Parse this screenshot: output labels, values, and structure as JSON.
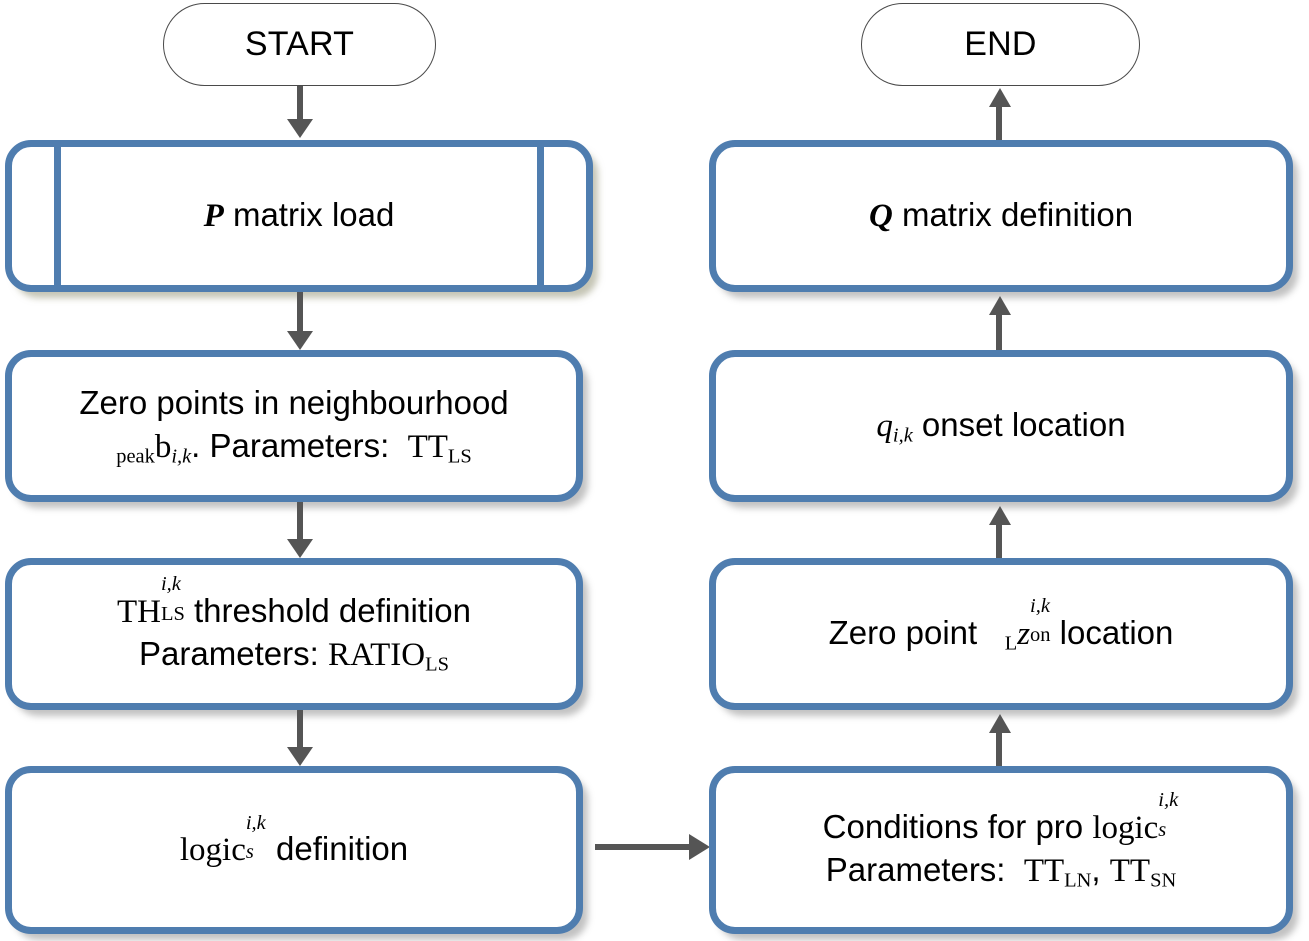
{
  "diagram": {
    "title": "Algorithm flowchart",
    "colors": {
      "process_border": "#4F7DAF",
      "terminator_border": "#4a4a4a",
      "arrow": "#555555",
      "background": "#ffffff",
      "shadow_gray": "#969696",
      "shadow_khaki": "#96966e"
    },
    "nodes": {
      "start": {
        "label": "START",
        "shape": "terminator"
      },
      "end": {
        "label": "END",
        "shape": "terminator"
      },
      "p_matrix_load": {
        "shape": "predefined-process",
        "text": "P matrix load"
      },
      "zero_points": {
        "shape": "process",
        "text": "Zero points in neighbourhood peakb_i,k. Parameters: TT_LS"
      },
      "threshold": {
        "shape": "process",
        "text": "TH_LS^i,k threshold definition Parameters: RATIO_LS"
      },
      "logic_definition": {
        "shape": "process",
        "text": "logic_s^i,k definition"
      },
      "conditions": {
        "shape": "process",
        "text": "Conditions for pro logic_s^i,k Parameters: TT_LN, TT_SN"
      },
      "zero_point_location": {
        "shape": "process",
        "text": "Zero point Lz_on^i,k location"
      },
      "onset_location": {
        "shape": "process",
        "text": "q_i,k onset location"
      },
      "q_matrix_definition": {
        "shape": "process",
        "text": "Q matrix definition"
      }
    },
    "edges": [
      {
        "from": "start",
        "to": "p_matrix_load",
        "direction": "down"
      },
      {
        "from": "p_matrix_load",
        "to": "zero_points",
        "direction": "down"
      },
      {
        "from": "zero_points",
        "to": "threshold",
        "direction": "down"
      },
      {
        "from": "threshold",
        "to": "logic_definition",
        "direction": "down"
      },
      {
        "from": "logic_definition",
        "to": "conditions",
        "direction": "right"
      },
      {
        "from": "conditions",
        "to": "zero_point_location",
        "direction": "up"
      },
      {
        "from": "zero_point_location",
        "to": "onset_location",
        "direction": "up"
      },
      {
        "from": "onset_location",
        "to": "q_matrix_definition",
        "direction": "up"
      },
      {
        "from": "q_matrix_definition",
        "to": "end",
        "direction": "up"
      }
    ],
    "symbols": {
      "p": "P",
      "q_bold": "Q",
      "matrix_load_suffix": " matrix load",
      "matrix_definition_suffix": " matrix definition",
      "zero_points_line1": "Zero points in neighbourhood",
      "peak": "peak",
      "b": "b",
      "sub_ik": "i,k",
      "period_parameters": ". Parameters:",
      "tt": "TT",
      "sub_ls": "LS",
      "th": "TH",
      "sup_ik": "i,k",
      "threshold_definition": " threshold definition",
      "parameters_label": "Parameters:",
      "ratio": "RATIO",
      "logic": "logic",
      "sub_s": "s",
      "definition": " definition",
      "conditions_prefix": "Conditions for pro ",
      "sub_ln": "LN",
      "sub_sn": "SN",
      "comma": ",",
      "zero_point_prefix": "Zero point",
      "sub_l": "L",
      "z": "z",
      "sub_on": "on",
      "location_suffix": " location",
      "q_italic": "q",
      "onset_location_suffix": " onset location"
    }
  }
}
